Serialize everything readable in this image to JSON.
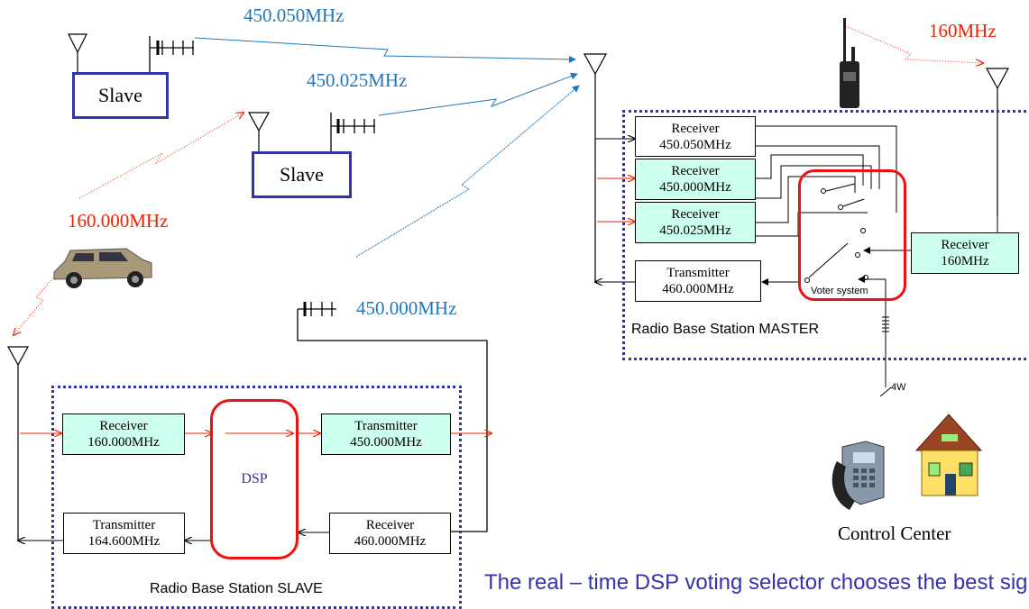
{
  "links": {
    "f1": "450.050MHz",
    "f2": "450.025MHz",
    "f3": "160.000MHz",
    "f4": "450.000MHz",
    "f5": "160MHz"
  },
  "slaves": {
    "slave1": "Slave",
    "slave2": "Slave"
  },
  "master": {
    "rx1": {
      "name": "Receiver",
      "freq": "450.050MHz"
    },
    "rx2": {
      "name": "Receiver",
      "freq": "450.000MHz"
    },
    "rx3": {
      "name": "Receiver",
      "freq": "450.025MHz"
    },
    "tx": {
      "name": "Transmitter",
      "freq": "460.000MHz"
    },
    "rx160": {
      "name": "Receiver",
      "freq": "160MHz"
    },
    "voter": "Voter system",
    "caption": "Radio Base Station MASTER",
    "line": "4W"
  },
  "slave_station": {
    "rx": {
      "name": "Receiver",
      "freq": "160.000MHz"
    },
    "tx": {
      "name": "Transmitter",
      "freq": "450.000MHz"
    },
    "rx2": {
      "name": "Receiver",
      "freq": "460.000MHz"
    },
    "tx2": {
      "name": "Transmitter",
      "freq": "164.600MHz"
    },
    "dsp": "DSP",
    "caption": "Radio Base Station SLAVE"
  },
  "control_center": "Control Center",
  "footnote": "The real – time DSP voting selector chooses the best signal (greater S/N) in a rain of ...",
  "colors": {
    "blue_link": "#2277bb",
    "red_link": "#ee2200",
    "green_box": "#ccffee",
    "border_blue": "#3333aa"
  }
}
